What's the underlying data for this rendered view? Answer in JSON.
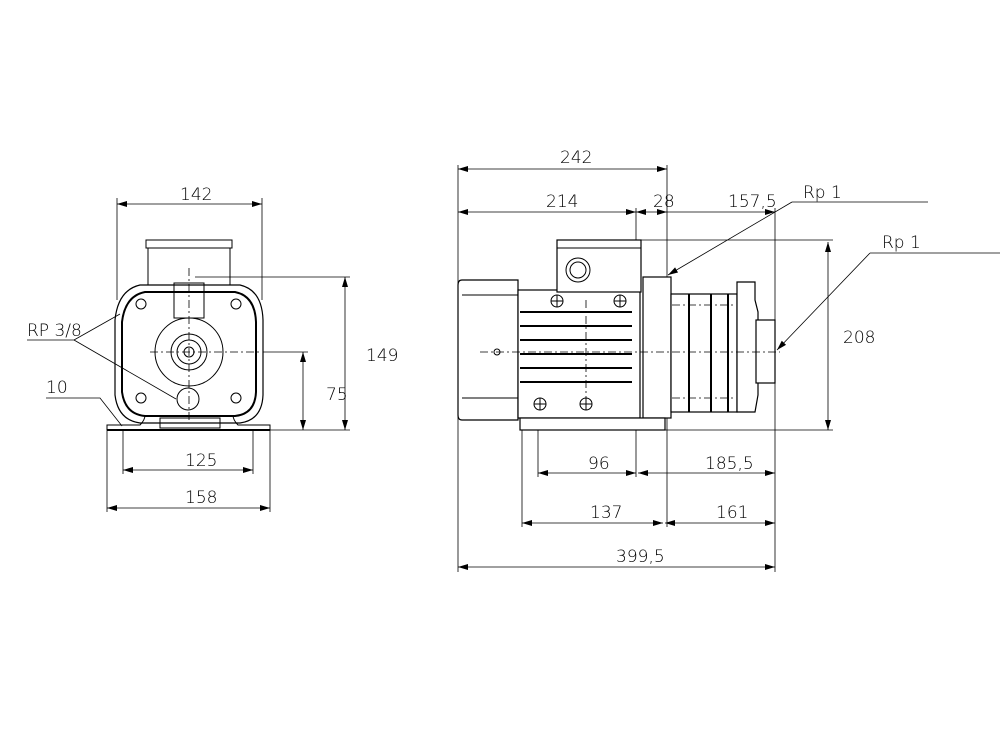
{
  "front_view": {
    "dims": {
      "width_top": "142",
      "height_total": "149",
      "height_axis": "75",
      "foot_holes": "125",
      "foot_width": "158",
      "foot_thickness": "10"
    },
    "port_label": "RP 3/8"
  },
  "side_view": {
    "dims": {
      "d242": "242",
      "d214": "214",
      "d28": "28",
      "d157_5": "157,5",
      "d208": "208",
      "d96": "96",
      "d185_5": "185,5",
      "d137": "137",
      "d161": "161",
      "d399_5": "399,5"
    },
    "inlet_label": "Rp 1",
    "outlet_label": "Rp 1"
  },
  "colors": {
    "line": "#000000",
    "background": "#ffffff"
  }
}
